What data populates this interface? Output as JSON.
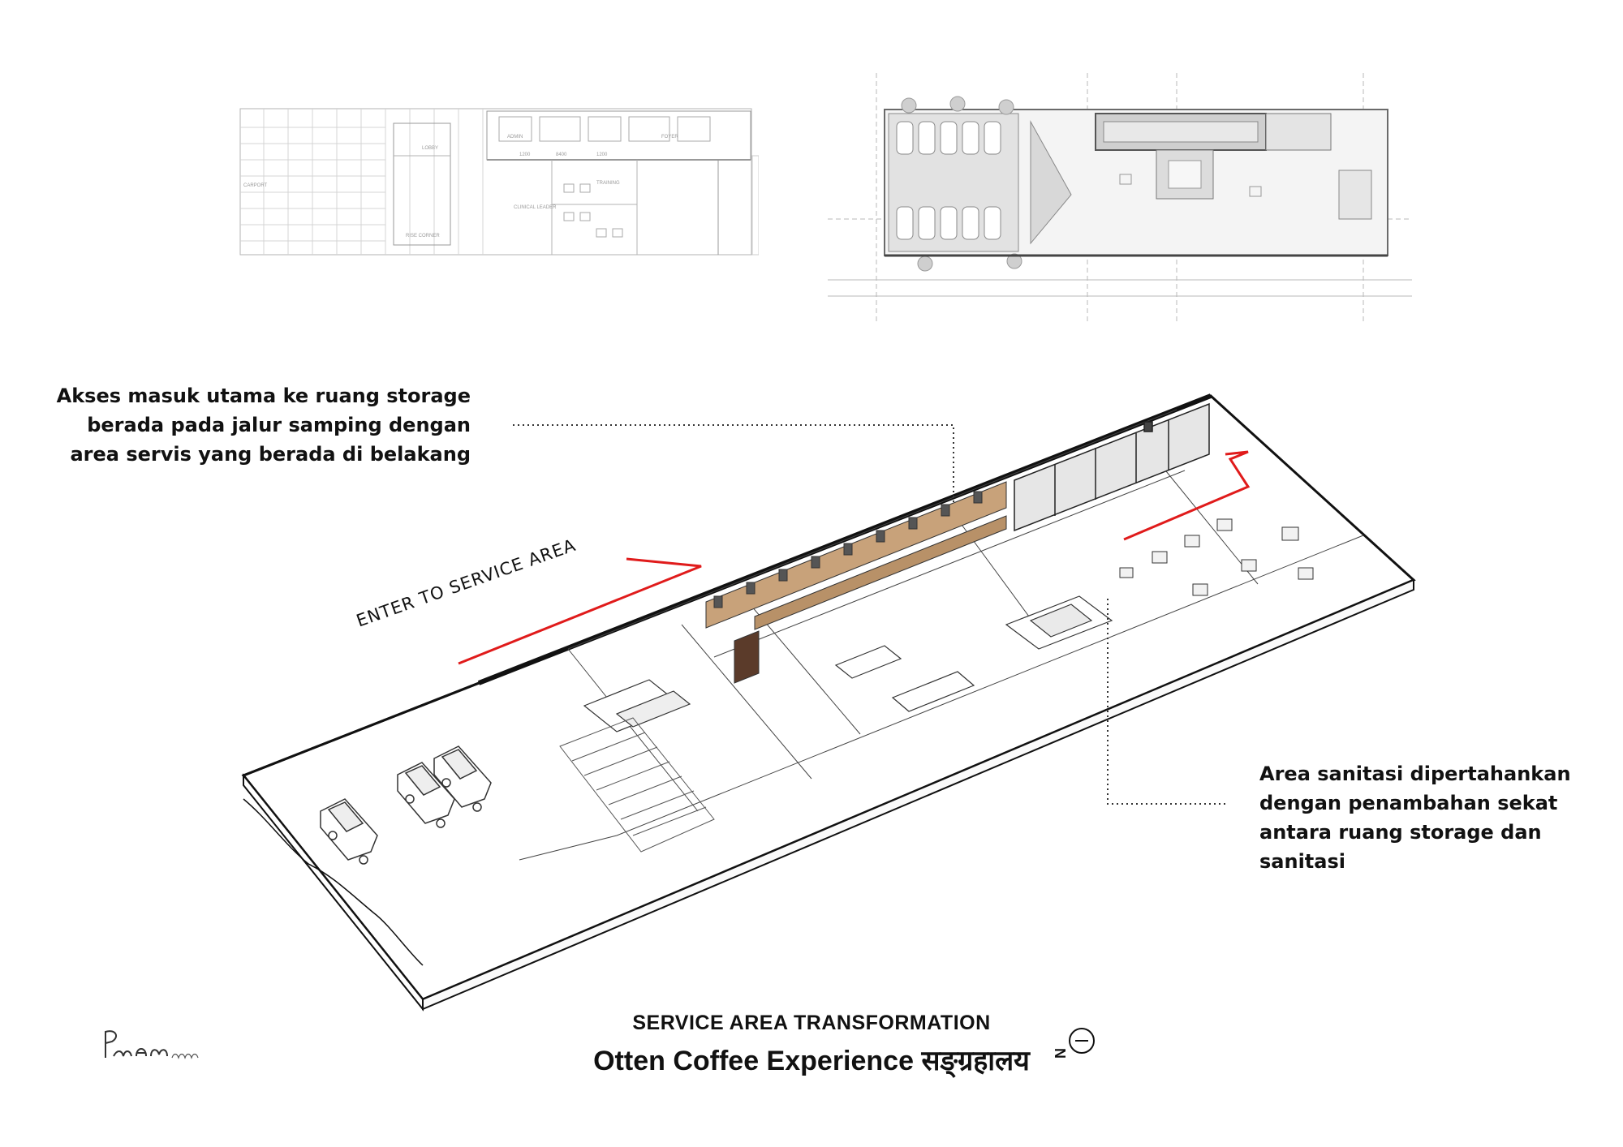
{
  "plans": {
    "existing_labels": [
      "FOYER",
      "ADMIN",
      "CARPORT",
      "LOBBY",
      "CLINICAL LEADER",
      "TRAINING",
      "RISE CORNER"
    ],
    "dimensions": [
      "1200",
      "8400",
      "1200"
    ]
  },
  "annotations": {
    "storage_access": {
      "lines": [
        "Akses masuk utama ke ruang storage",
        "berada pada jalur samping dengan",
        "area servis yang berada di belakang"
      ]
    },
    "sanitation": {
      "lines": [
        "Area sanitasi dipertahankan",
        "dengan penambahan sekat",
        "antara ruang storage dan",
        "sanitasi"
      ]
    },
    "enter_label": "ENTER TO SERVICE AREA"
  },
  "title": {
    "subtitle": "SERVICE AREA TRANSFORMATION",
    "main": "Otten Coffee Experience सङ्ग्रहालय"
  },
  "logo": {
    "icon": "designer-logo-icon"
  },
  "north": {
    "letter": "N",
    "icon": "north-arrow-icon"
  },
  "colors": {
    "accent_red": "#e01b1b",
    "line": "#111111",
    "plan_gray": "#9a9a9a"
  }
}
